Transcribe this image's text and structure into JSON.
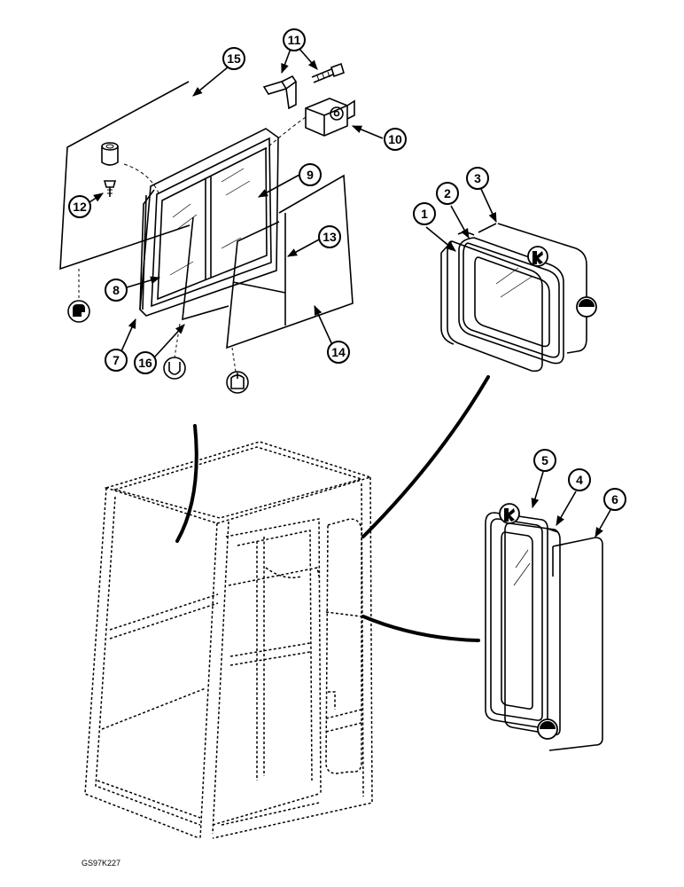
{
  "drawing_code": "GS97K227",
  "callouts": [
    "1",
    "2",
    "3",
    "4",
    "5",
    "6",
    "7",
    "8",
    "9",
    "10",
    "11",
    "12",
    "13",
    "14",
    "15",
    "16"
  ],
  "colors": {
    "ink": "#000000",
    "paper": "#ffffff"
  }
}
